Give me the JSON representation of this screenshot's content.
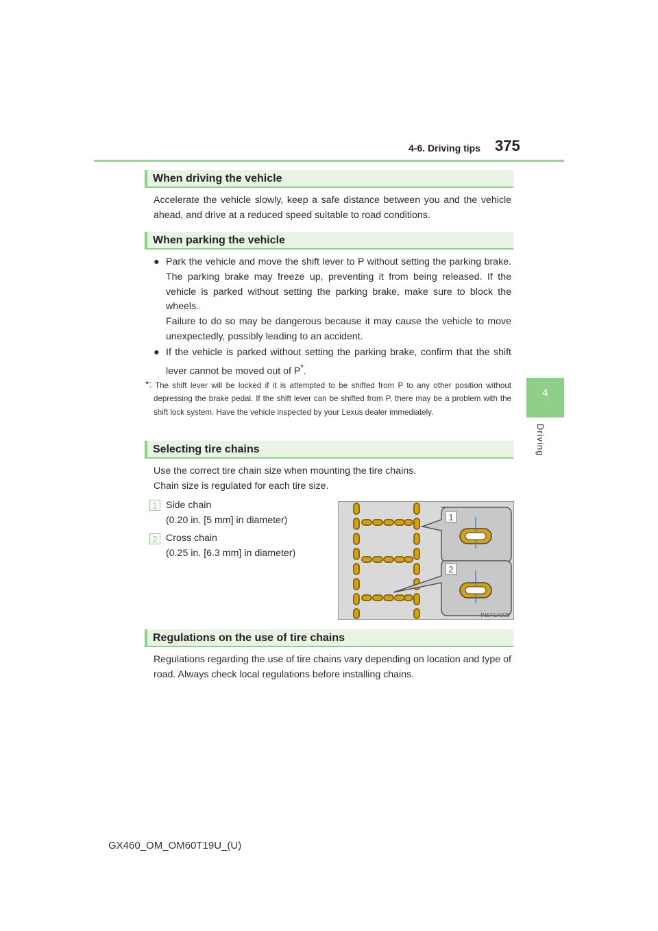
{
  "header": {
    "section": "4-6. Driving tips",
    "page_number": "375",
    "chapter_number": "4",
    "chapter_label": "Driving"
  },
  "sections": {
    "driving": {
      "title": "When driving the vehicle",
      "body": "Accelerate the vehicle slowly, keep a safe distance between you and the vehicle ahead, and drive at a reduced speed suitable to road conditions."
    },
    "parking": {
      "title": "When parking the vehicle",
      "bullet1_line1": "Park the vehicle and move the shift lever to P without setting the parking brake. The parking brake may freeze up, preventing it from being released. If the vehicle is parked without setting the parking brake, make sure to block the wheels.",
      "bullet1_line2": "Failure to do so may be dangerous because it may cause the vehicle to move unexpectedly, possibly leading to an accident.",
      "bullet2": "If the vehicle is parked without setting the parking brake, confirm that the shift lever cannot be moved out of P",
      "bullet2_star": "*",
      "bullet2_end": ".",
      "note_marker": "*:",
      "note": "The shift lever will be locked if it is attempted to be shifted from P to any other position without depressing the brake pedal. If the shift lever can be shifted from P, there may be a problem with the shift lock system. Have the vehicle inspected by your Lexus dealer immediately."
    },
    "chains": {
      "title": "Selecting tire chains",
      "line1": "Use the correct tire chain size when mounting the tire chains.",
      "line2": "Chain size is regulated for each tire size.",
      "items": [
        {
          "num": "1",
          "name": "Side chain",
          "detail": "(0.20 in. [5 mm] in diameter)"
        },
        {
          "num": "2",
          "name": "Cross chain",
          "detail": "(0.25 in. [6.3 mm] in diameter)"
        }
      ],
      "diagram_code": "INE4GX029",
      "callout1": "1",
      "callout2": "2"
    },
    "regulations": {
      "title": "Regulations on the use of tire chains",
      "body": "Regulations regarding the use of tire chains vary depending on location and type of road. Always check local regulations before installing chains."
    }
  },
  "footer": {
    "code": "GX460_OM_OM60T19U_(U)"
  },
  "colors": {
    "accent_green": "#8fcf8a",
    "heading_bg": "#e8f3e4",
    "chain_gold": "#d4a017"
  },
  "icons": {
    "bullet": "filled-circle"
  }
}
